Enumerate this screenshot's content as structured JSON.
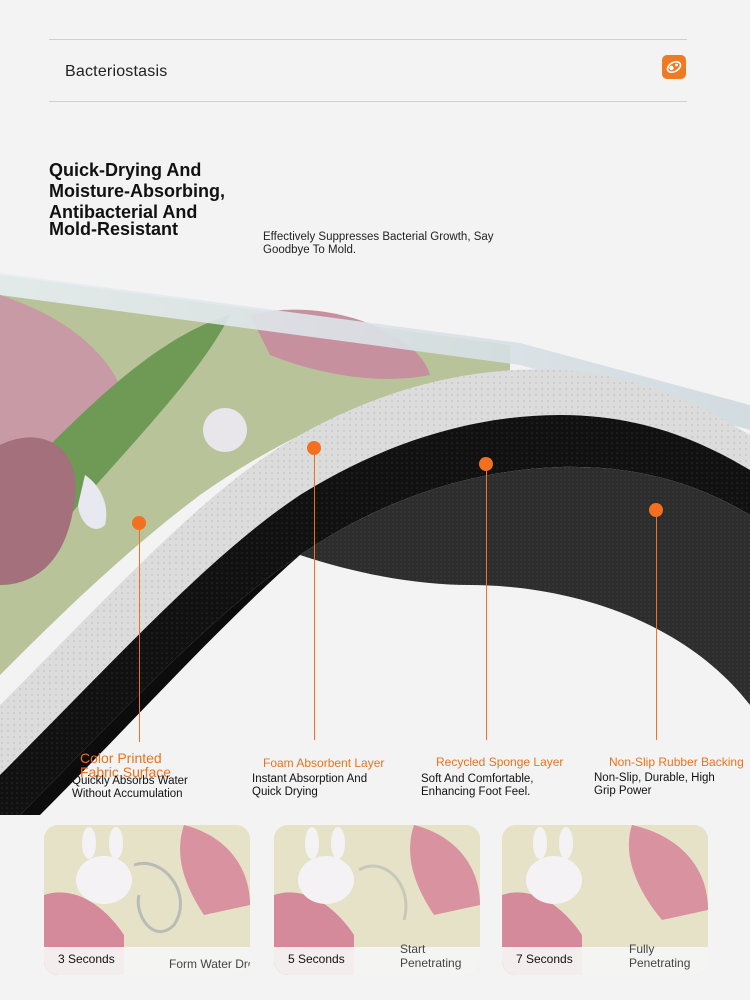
{
  "header": {
    "title": "Bacteriostasis",
    "icon": "shield-badge-icon",
    "accent": "#f07a22"
  },
  "intro": {
    "headline_lines": [
      "Quick-Drying And",
      "Moisture-Absorbing,",
      "Antibacterial And",
      "Mold-Resistant"
    ],
    "description": "Effectively Suppresses Bacterial Growth, Say Goodbye To Mold."
  },
  "layers": [
    {
      "title": "Color Printed Fabric Surface",
      "description": "Quickly Absorbs Water Without Accumulation"
    },
    {
      "title": "Foam Absorbent Layer",
      "description": "Instant Absorption And Quick Drying"
    },
    {
      "title": "Recycled Sponge Layer",
      "description": "Soft And Comfortable, Enhancing Foot Feel."
    },
    {
      "title": "Non-Slip Rubber Backing",
      "description": "Non-Slip, Durable, High Grip Power"
    }
  ],
  "stages": [
    {
      "time": "3 Seconds",
      "label": "Form Water Droplets"
    },
    {
      "time": "5 Seconds",
      "label": "Start Penetrating"
    },
    {
      "time": "7 Seconds",
      "label": "Fully Penetrating"
    }
  ],
  "colors": {
    "accent": "#f37021",
    "rubber": "#2b2b2b",
    "sponge": "#141414",
    "foam": "#e6e6e6"
  }
}
